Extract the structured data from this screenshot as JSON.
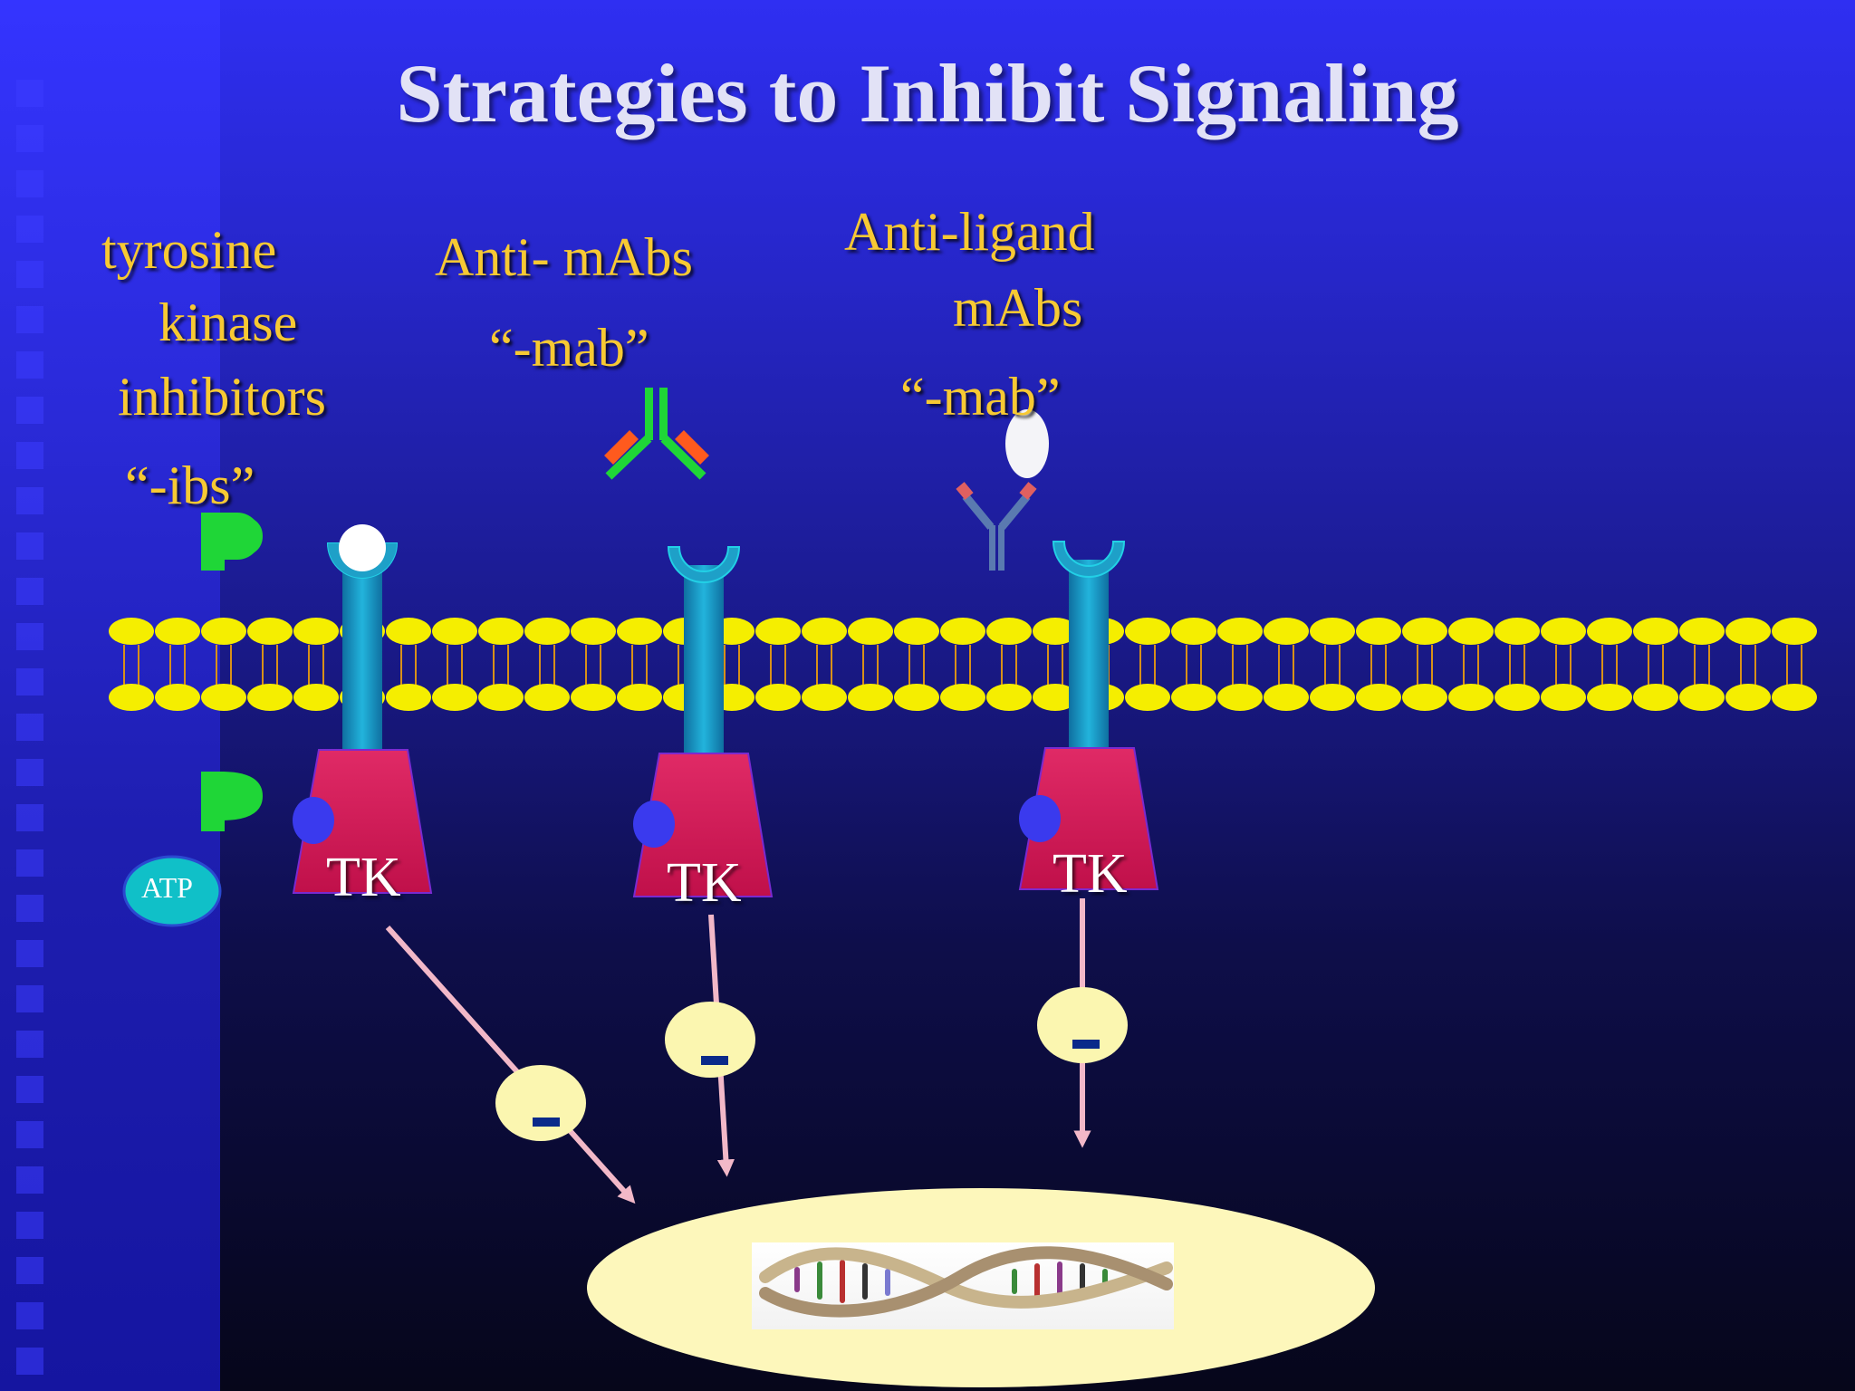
{
  "title": "Strategies to Inhibit Signaling",
  "labels": {
    "tki": [
      "tyrosine",
      "kinase",
      "inhibitors",
      "“-ibs”"
    ],
    "anti_receptor": [
      "Anti- mAbs",
      "“-mab”"
    ],
    "anti_ligand": [
      "Anti-ligand",
      "mAbs",
      "“-mab”"
    ]
  },
  "receptors": [
    {
      "kinase_label": "TK"
    },
    {
      "kinase_label": "TK"
    },
    {
      "kinase_label": "TK"
    }
  ],
  "atp_label": "ATP",
  "colors": {
    "background_top": "#2f2ff2",
    "background_bottom": "#06061a",
    "title": "#e2e2f6",
    "label": "#f7c933",
    "membrane": "#f5ee00",
    "receptor_stalk": "#1ea0c8",
    "kinase": "#d61e5a",
    "inhibitor": "#1fd637",
    "arrow": "#f2b8c8",
    "nucleus": "#fdf7bb",
    "signal_molecule": "#fbf6b0"
  },
  "icons": [
    "phosphate-p-icon",
    "antibody-icon",
    "ligand-icon",
    "dna-helix-icon",
    "minus-icon"
  ]
}
